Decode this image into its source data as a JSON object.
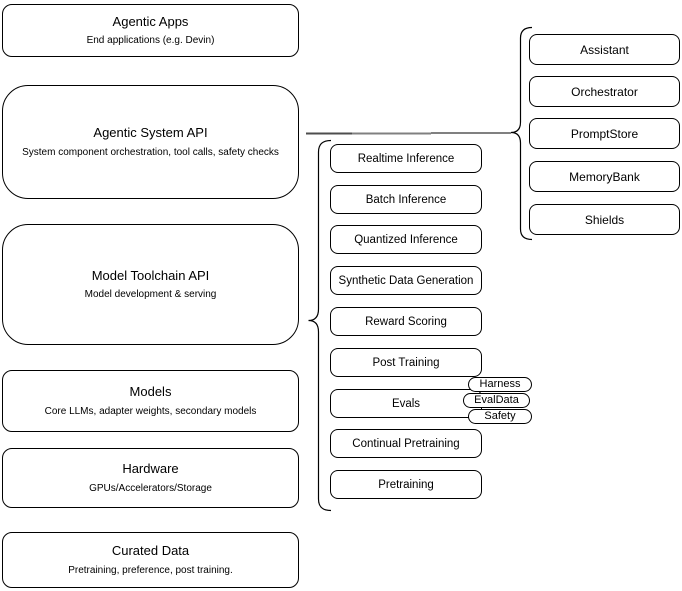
{
  "colors": {
    "border": "#000000",
    "background": "#ffffff",
    "text": "#000000",
    "connector_gray": "#808080",
    "connector_dark": "#4d4d4d"
  },
  "left_column": {
    "boxes": [
      {
        "title": "Agentic Apps",
        "subtitle": "End applications (e.g. Devin)"
      },
      {
        "title": "Agentic System API",
        "subtitle": "System component orchestration, tool calls, safety checks"
      },
      {
        "title": "Model Toolchain API",
        "subtitle": "Model development & serving"
      },
      {
        "title": "Models",
        "subtitle": "Core LLMs, adapter weights, secondary models"
      },
      {
        "title": "Hardware",
        "subtitle": "GPUs/Accelerators/Storage"
      },
      {
        "title": "Curated Data",
        "subtitle": "Pretraining, preference, post training."
      }
    ]
  },
  "toolchain_capabilities": {
    "items": [
      "Realtime Inference",
      "Batch Inference",
      "Quantized Inference",
      "Synthetic Data Generation",
      "Reward Scoring",
      "Post Training",
      "Evals",
      "Continual Pretraining",
      "Pretraining"
    ]
  },
  "evals_tags": [
    "Harness",
    "EvalData",
    "Safety"
  ],
  "system_components": {
    "items": [
      "Assistant",
      "Orchestrator",
      "PromptStore",
      "MemoryBank",
      "Shields"
    ]
  }
}
